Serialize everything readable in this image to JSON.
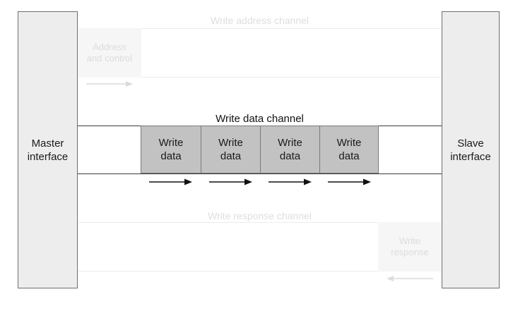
{
  "master": {
    "label": "Master\ninterface"
  },
  "slave": {
    "label": "Slave\ninterface"
  },
  "write_address_channel": {
    "title": "Write address channel",
    "box_label": "Address\nand control"
  },
  "write_data_channel": {
    "title": "Write data channel",
    "boxes": [
      "Write\ndata",
      "Write\ndata",
      "Write\ndata",
      "Write\ndata"
    ]
  },
  "write_response_channel": {
    "title": "Write response channel",
    "box_label": "Write\nresponse"
  },
  "colors": {
    "interface_fill": "#ededed",
    "data_box_fill": "#c2c2c2",
    "faded_text": "#dedede",
    "line": "#3a3a3a"
  }
}
